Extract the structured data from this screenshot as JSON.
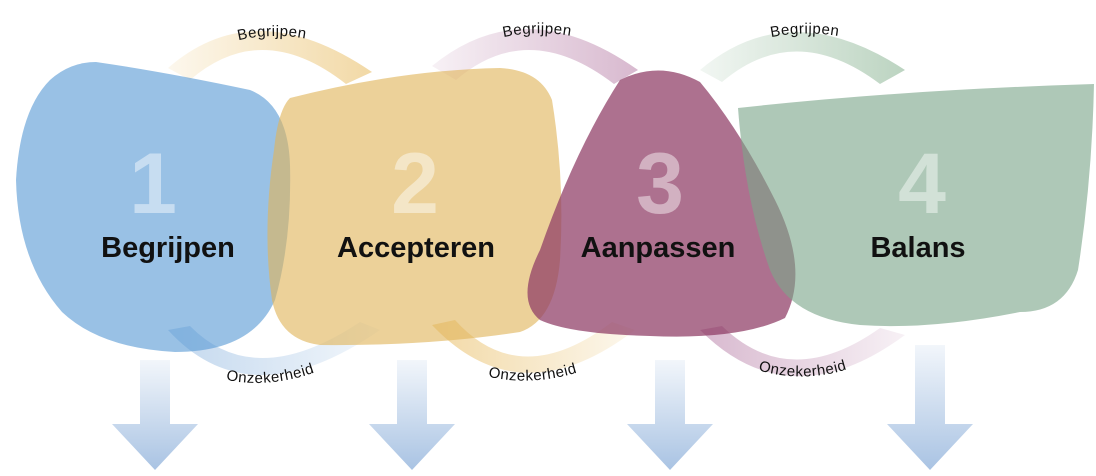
{
  "stages": [
    {
      "number": "1",
      "label": "Begrijpen",
      "color": "#5b9bd5"
    },
    {
      "number": "2",
      "label": "Accepteren",
      "color": "#e0b55a"
    },
    {
      "number": "3",
      "label": "Aanpassen",
      "color": "#8e3a64"
    },
    {
      "number": "4",
      "label": "Balans",
      "color": "#7da68a"
    }
  ],
  "top_arcs": [
    {
      "label": "Begrijpen",
      "color": "#f2d9a6"
    },
    {
      "label": "Begrijpen",
      "color": "#d8b9cf"
    },
    {
      "label": "Begrijpen",
      "color": "#bcd4c1"
    }
  ],
  "bottom_arcs": [
    {
      "label": "Onzekerheid",
      "color": "#c3d8ee"
    },
    {
      "label": "Onzekerheid",
      "color": "#f2d9a6"
    },
    {
      "label": "Onzekerheid",
      "color": "#d8b9cf"
    }
  ],
  "arrow_color": "#a9c3e3"
}
